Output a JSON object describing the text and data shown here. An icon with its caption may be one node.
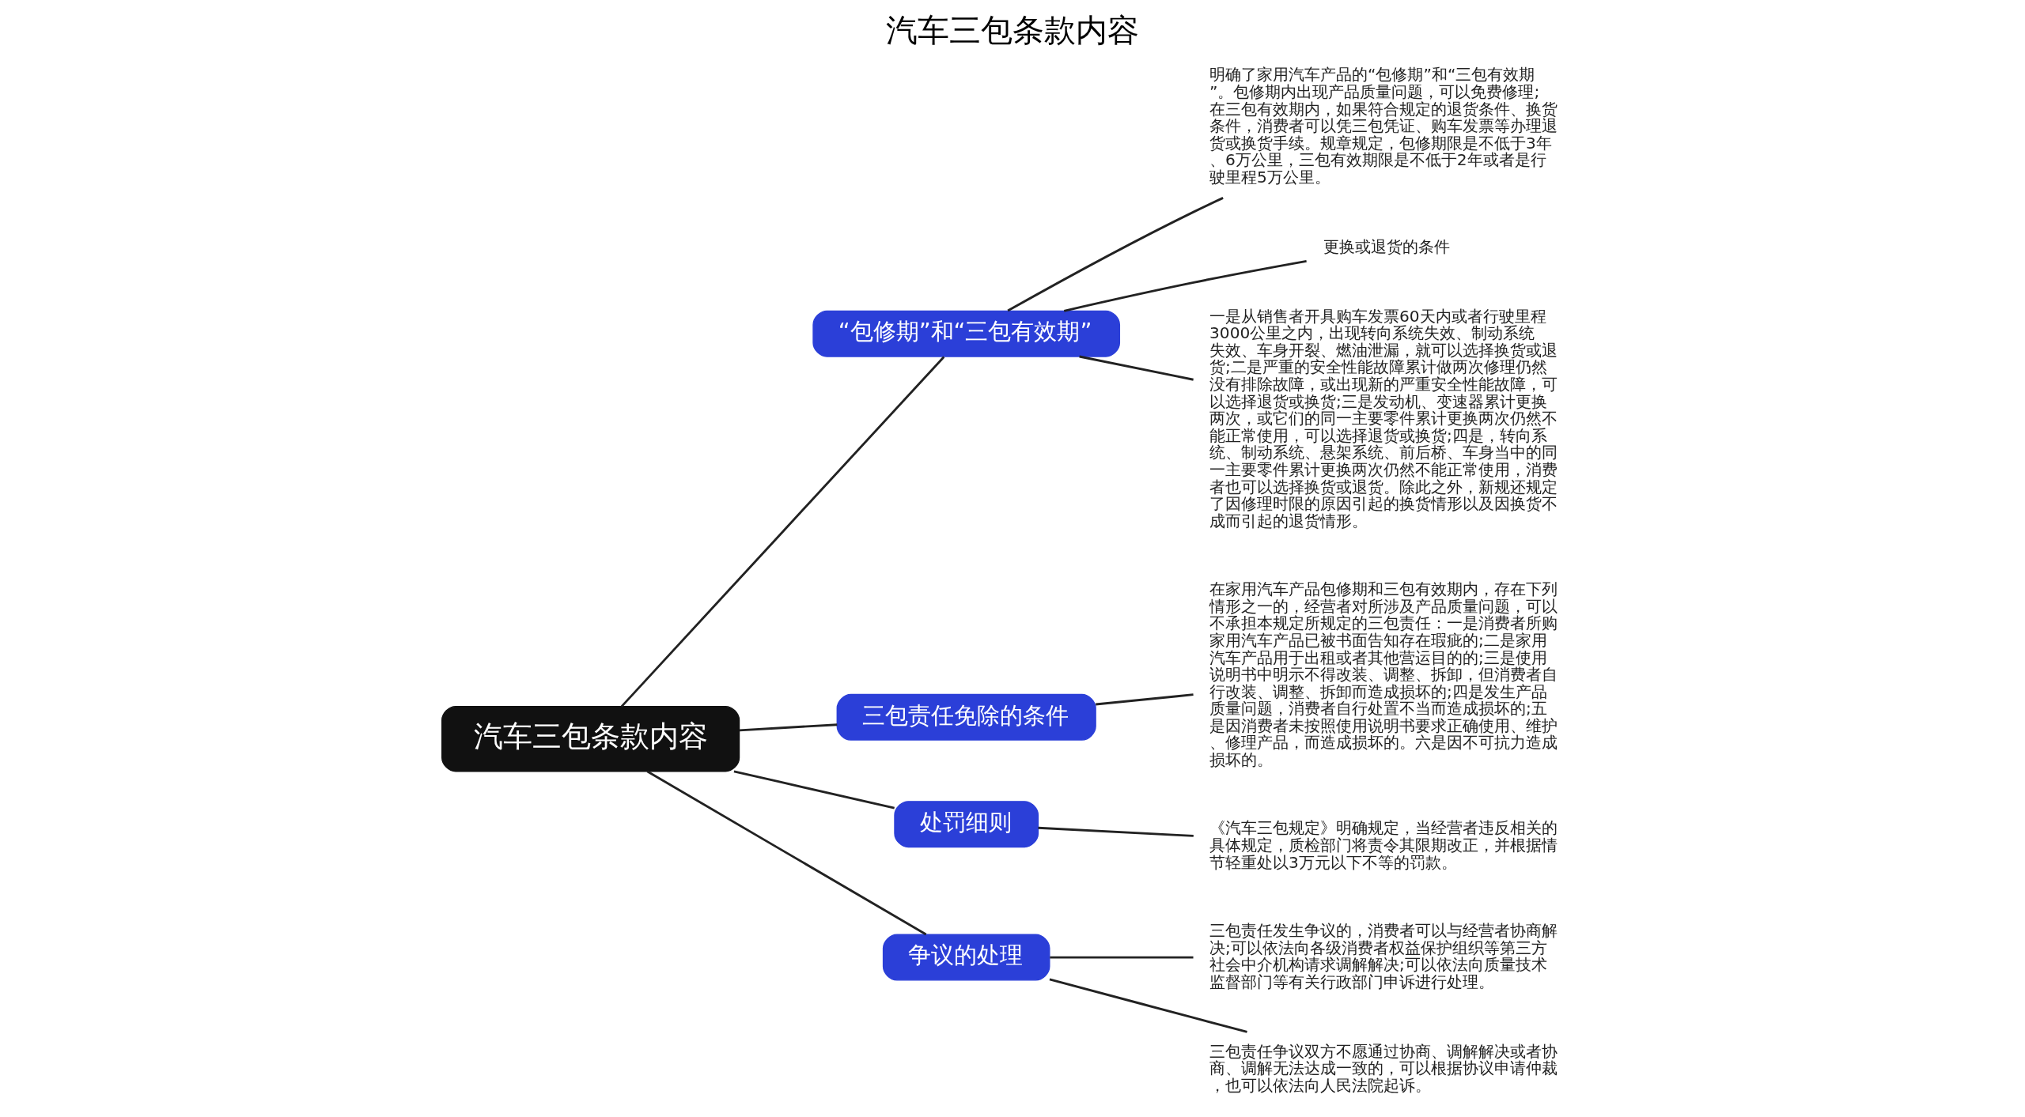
{
  "diagram": {
    "title": "汽车三包条款内容",
    "nodes": [
      {
        "text": [
          "汽车三包条款内容"
        ]
      },
      {
        "text": [
          "“包修期”和“三包有效期”"
        ]
      },
      {
        "text": [
          "明确了家用汽车产品的“包修期”和“三包有效期”。包修期内出现产品质量问题，可以免费修理;在三包有效期内，如果符合规定的退货条件、换货条件，消费者可以凭三包凭证、购车发票等办理退货或换货手续。规章规定，包修期限是不低于3年、6万公里，三包有效期限是不低于2年或者是行驶里程5万公里。"
        ]
      },
      {
        "text": [
          "更换或退货的条件"
        ]
      },
      {
        "text": [
          "一是从销售者开具购车发票60天内或者行驶里程3000公里之内，出现转向系统失效、制动系统失效、车身开裂、燃油泄漏，就可以选择换货或退货;二是严重的安全性能故障累计做两次修理仍然没有排除故障，或出现新的严重安全性能故障，可以选择退货或换货;三是发动机、变速器累计更换两次，或它们的同一主要零件累计更换两次仍然不能正常使用，可以选择退货或换货;四是，转向系统、制动系统、悬架系统、前后桥、车身当中的同一主要零件累计更换两次仍然不能正常使用，消费者也可以选择换货或退货。除此之外，新规还规定了因修理时限的原因引起的换货情形以及因换货不成而引起的退货情形。"
        ]
      },
      {
        "text": [
          "三包责任免除的条件"
        ]
      },
      {
        "text": [
          "在家用汽车产品包修期和三包有效期内，存在下列情形之一的，经营者对所涉及产品质量问题，可以不承担本规定所规定的三包责任：一是消费者所购家用汽车产品已被书面告知存在瑕疵的;二是家用汽车产品用于出租或者其他营运目的的;三是使用说明书中明示不得改装、调整、拆卸，但消费者自行改装、调整、拆卸而造成损坏的;四是发生产品质量问题，消费者自行处置不当而造成损坏的;五是因消费者未按照使用说明书要求正确使用、维护、修理产品，而造成损坏的。六是因不可抗力造成损坏的。"
        ]
      },
      {
        "text": [
          "处罚细则"
        ]
      },
      {
        "text": [
          "《汽车三包规定》明确规定，当经营者违反相关的具体规定，质检部门将责令其限期改正，并根据情节轻重处以3万元以下不等的罚款。"
        ]
      },
      {
        "text": [
          "争议的处理"
        ]
      },
      {
        "text": [
          "三包责任发生争议的，消费者可以与经营者协商解决;可以依法向各级消费者权益保护组织等第三方社会中介机构请求调解解决;可以依法向质量技术监督部门等有关行政部门申诉进行处理。"
        ]
      },
      {
        "text": [
          "三包责任争议双方不愿通过协商、调解解决或者协商、调解无法达成一致的，可以根据协议申请仲裁，也可以依法向人民法院起诉。"
        ]
      }
    ],
    "edges": [
      {
        "from": 0,
        "to": 1,
        "arrow": "none"
      },
      {
        "from": 1,
        "to": 2,
        "arrow": "none"
      },
      {
        "from": 1,
        "to": 3,
        "arrow": "none"
      },
      {
        "from": 1,
        "to": 4,
        "arrow": "none"
      },
      {
        "from": 0,
        "to": 5,
        "arrow": "none"
      },
      {
        "from": 5,
        "to": 6,
        "arrow": "none"
      },
      {
        "from": 0,
        "to": 7,
        "arrow": "none"
      },
      {
        "from": 7,
        "to": 8,
        "arrow": "none"
      },
      {
        "from": 0,
        "to": 9,
        "arrow": "none"
      },
      {
        "from": 9,
        "to": 10,
        "arrow": "none"
      },
      {
        "from": 9,
        "to": 11,
        "arrow": "none"
      }
    ]
  }
}
